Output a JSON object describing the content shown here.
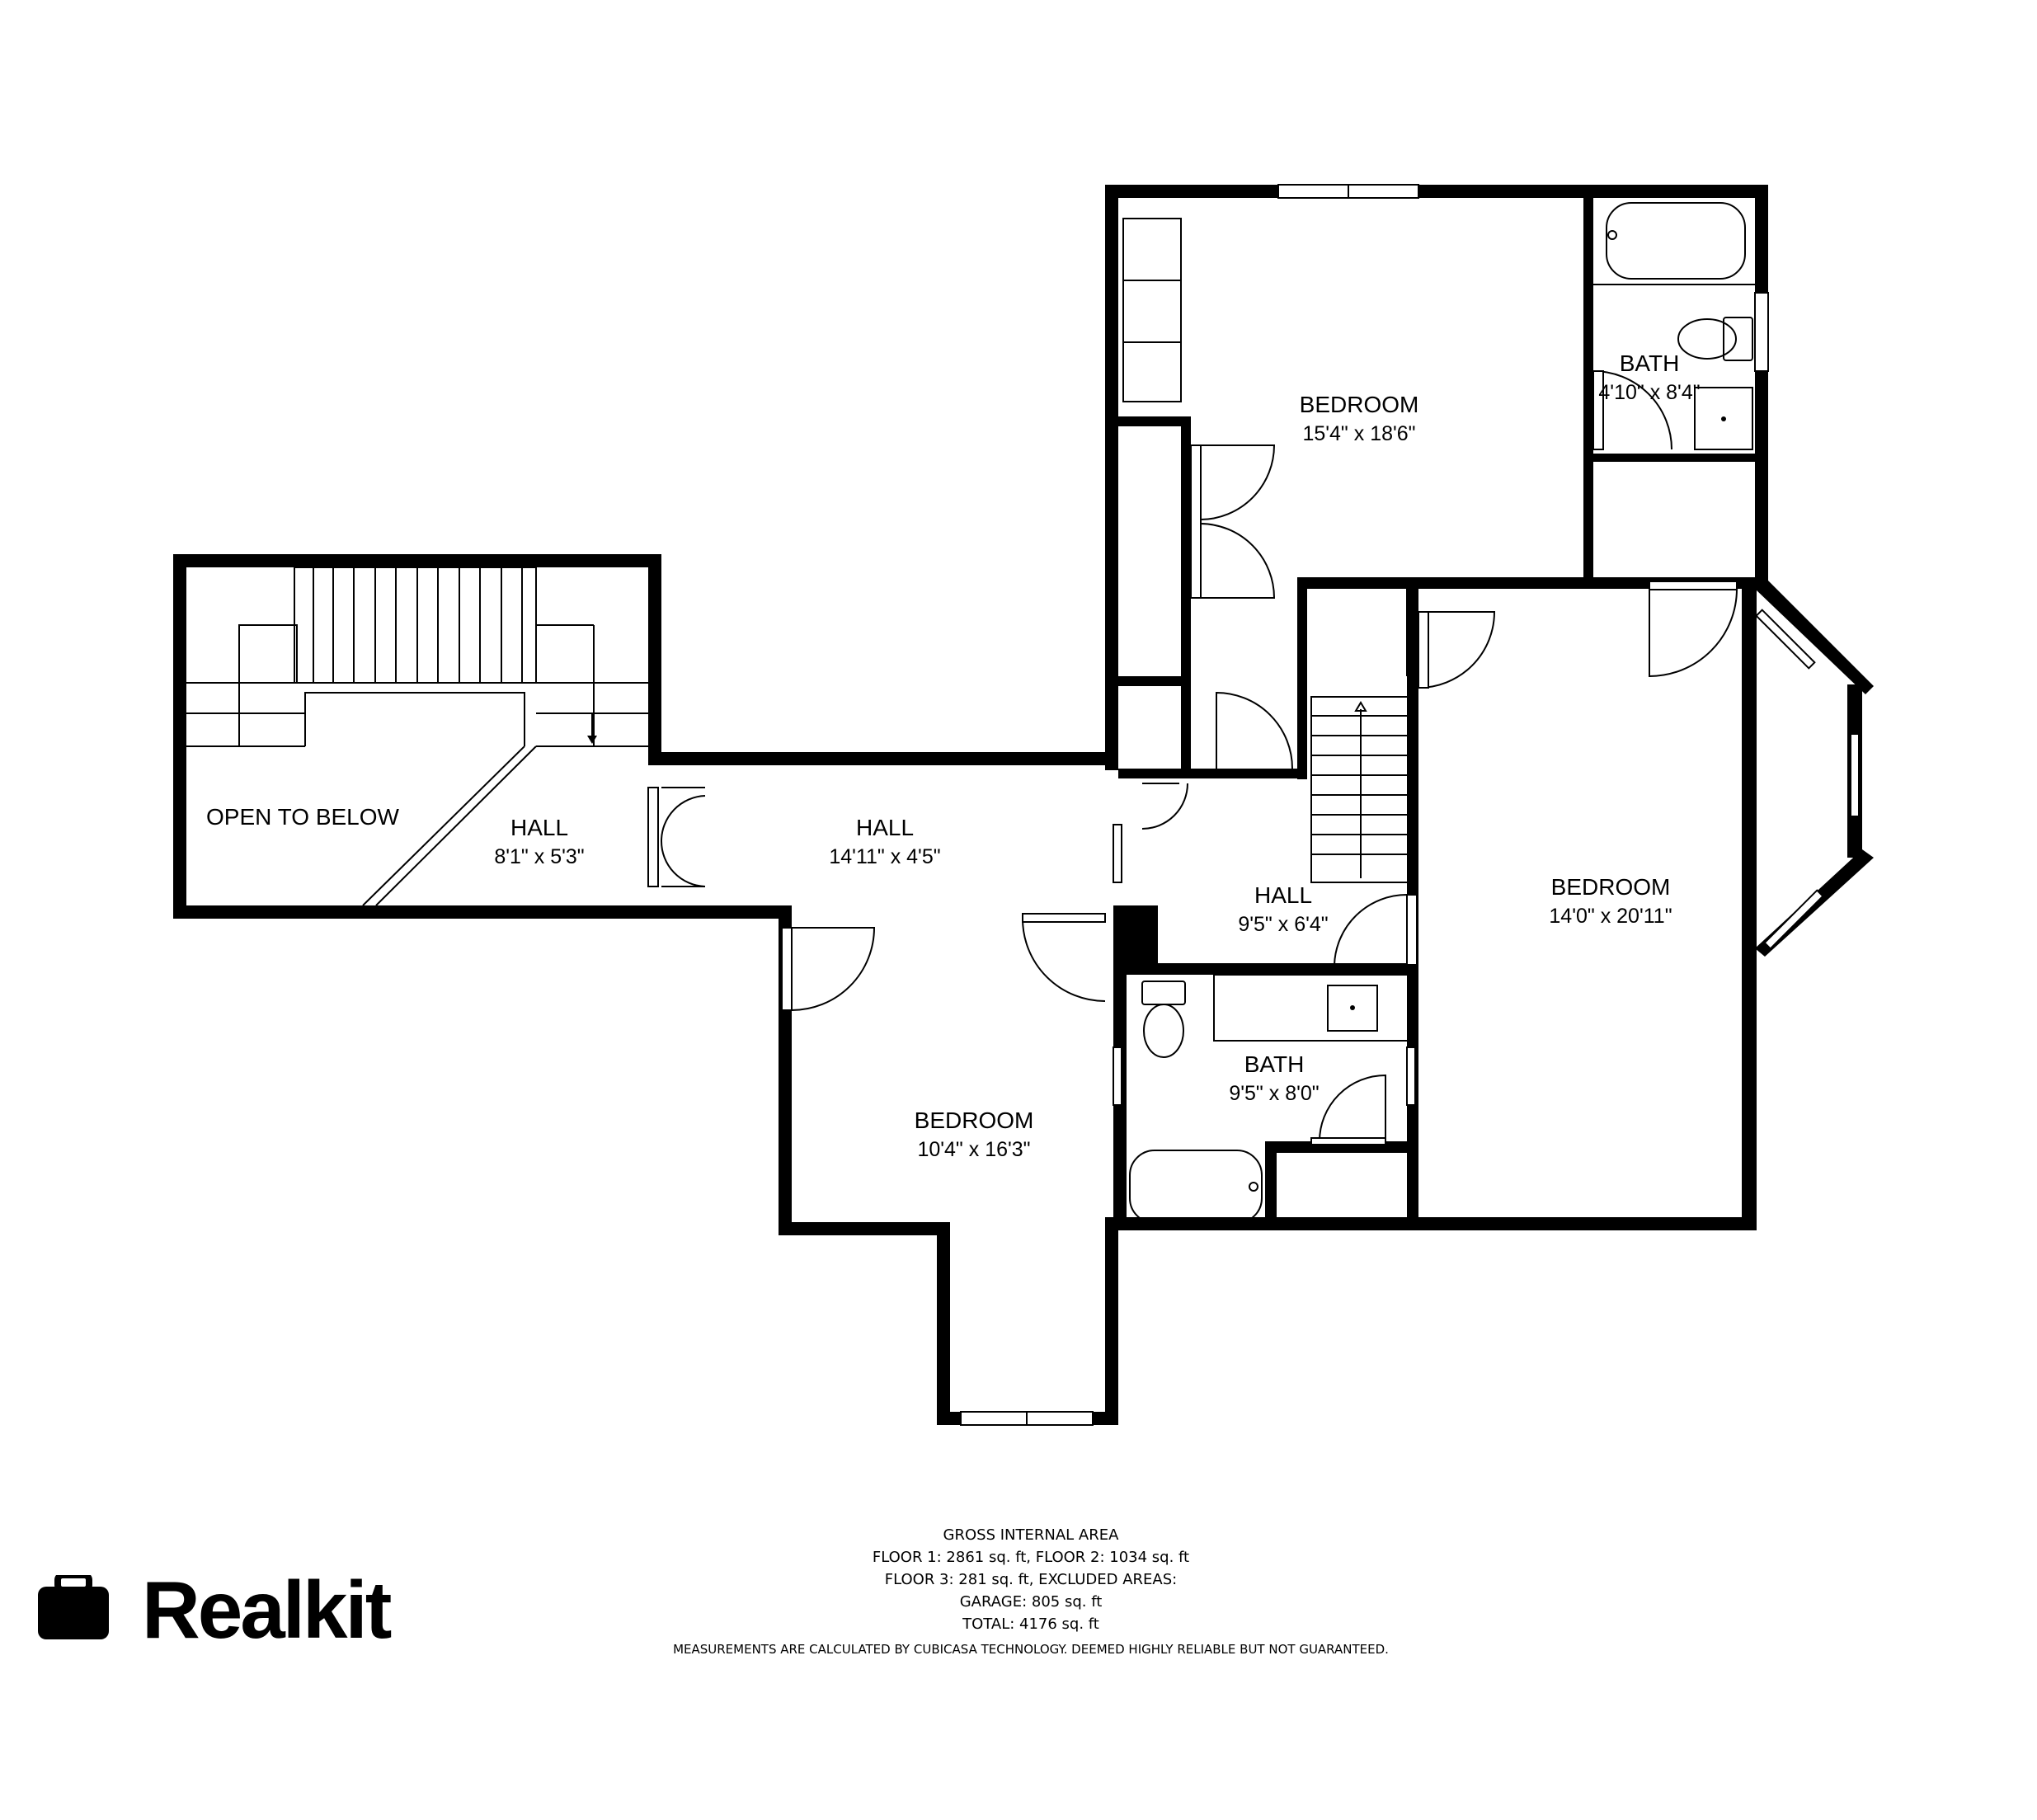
{
  "rooms": {
    "open_to_below": {
      "name": "OPEN TO BELOW"
    },
    "hall_stair": {
      "name": "HALL",
      "dims": "8'1\" x 5'3\""
    },
    "hall_long": {
      "name": "HALL",
      "dims": "14'11\" x 4'5\""
    },
    "bedroom_master": {
      "name": "BEDROOM",
      "dims": "15'4\" x 18'6\""
    },
    "bath_master": {
      "name": "BATH",
      "dims": "4'10\" x 8'4\""
    },
    "hall_center": {
      "name": "HALL",
      "dims": "9'5\" x 6'4\""
    },
    "bedroom_east": {
      "name": "BEDROOM",
      "dims": "14'0\" x 20'11\""
    },
    "bath_hall": {
      "name": "BATH",
      "dims": "9'5\" x 8'0\""
    },
    "bedroom_south": {
      "name": "BEDROOM",
      "dims": "10'4\" x 16'3\""
    }
  },
  "footer": {
    "lines": [
      "GROSS INTERNAL AREA",
      "FLOOR 1: 2861 sq. ft, FLOOR 2: 1034 sq. ft",
      "FLOOR 3: 281 sq. ft, EXCLUDED AREAS:",
      "GARAGE: 805 sq. ft",
      "TOTAL: 4176 sq. ft"
    ],
    "disclaimer": "MEASUREMENTS ARE CALCULATED BY CUBICASA TECHNOLOGY. DEEMED HIGHLY RELIABLE BUT NOT GUARANTEED."
  },
  "brand": {
    "name": "Realkit",
    "icon": "briefcase-icon"
  }
}
